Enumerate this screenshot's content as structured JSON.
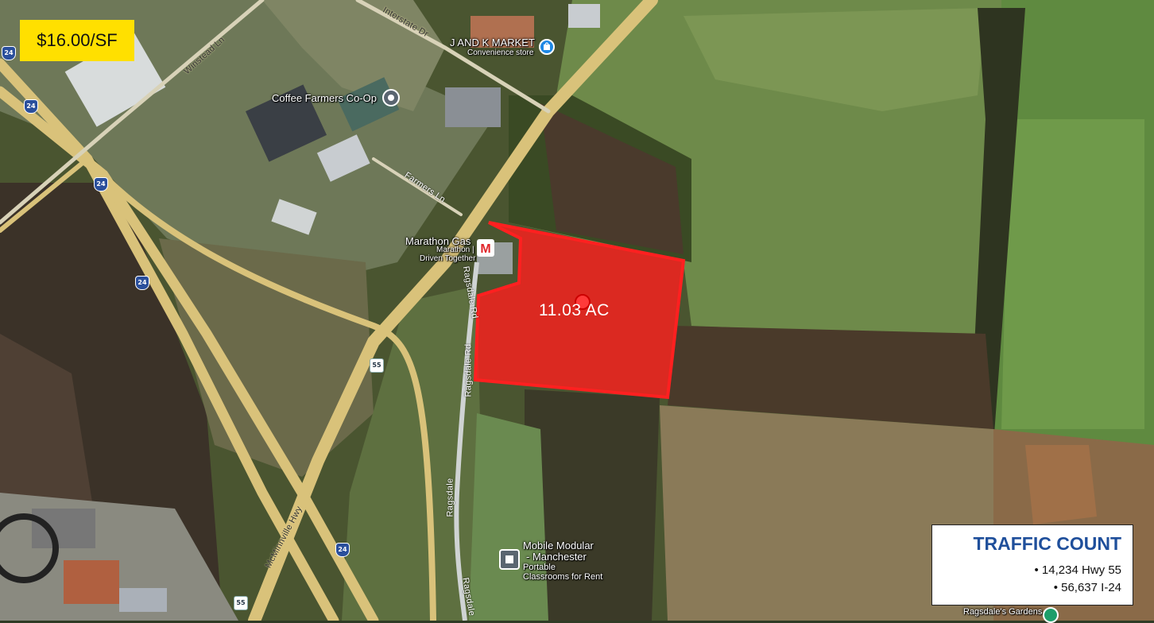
{
  "price_badge": "$16.00/SF",
  "parcel": {
    "acreage_label": "11.03 AC",
    "fill_color": "#ff1e1e",
    "outline_color": "#ff2020"
  },
  "traffic": {
    "title": "TRAFFIC COUNT",
    "items": [
      "• 14,234 Hwy 55",
      "• 56,637 I-24"
    ],
    "title_color": "#1f4f9b"
  },
  "places": {
    "jk_market_name": "J AND K MARKET",
    "jk_market_type": "Convenience store",
    "coffee_coop": "Coffee Farmers Co-Op",
    "marathon_name": "Marathon Gas",
    "marathon_tag1": "Marathon |",
    "marathon_tag2": "Driven Together",
    "mobile_modular_1": "Mobile Modular",
    "mobile_modular_2": "- Manchester",
    "mobile_modular_3": "Portable",
    "mobile_modular_4": "Classrooms for Rent",
    "ragsdales_gardens": "Ragsdale's Gardens"
  },
  "roads": {
    "interstate_dr": "Interstate Dr",
    "winstead_ln": "Winstead Ln",
    "farmers_ln": "Farmers Ln",
    "ragsdale_rd_1": "Ragsdale Rd",
    "ragsdale_rd_2": "Ragsdale Rd",
    "ragsdale_rd_3": "Ragsdale",
    "mcminnville_hwy": "McMinnville Hwy"
  },
  "shields": {
    "i24": "24",
    "hwy55": "55"
  },
  "icons": {
    "parcel_pin": "map-pin-icon",
    "store": "shopping-bag-icon",
    "coop": "place-pin-icon",
    "gas": "marathon-logo-icon",
    "modular": "building-icon",
    "garden": "garden-icon"
  }
}
